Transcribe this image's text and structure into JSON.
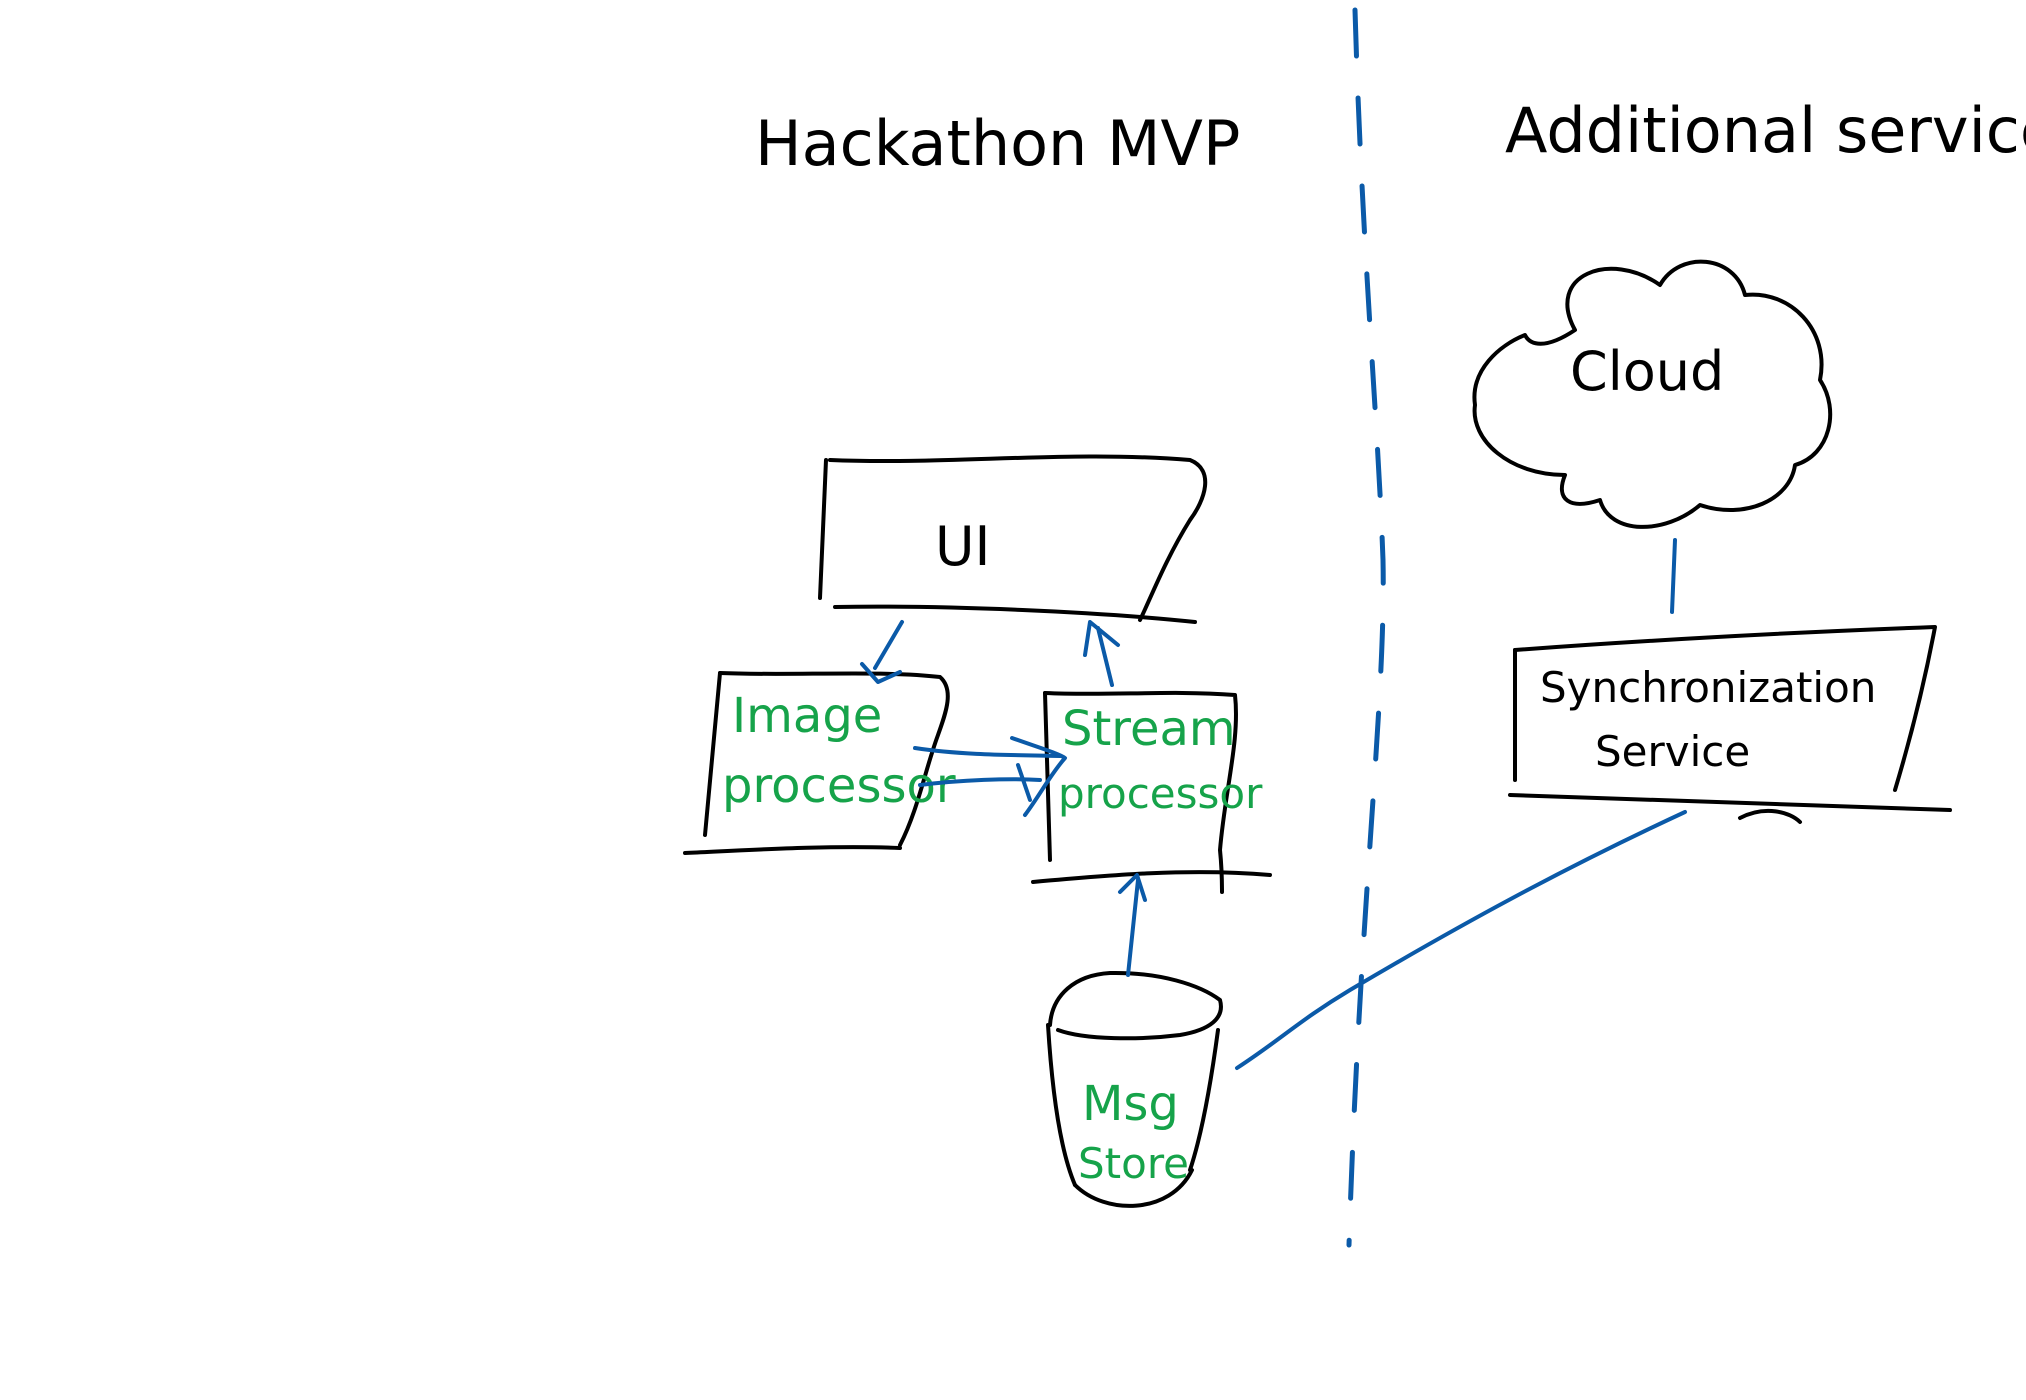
{
  "headings": {
    "left": "Hackathon MVP",
    "right": "Additional services"
  },
  "nodes": {
    "ui": {
      "label": "UI"
    },
    "image_processor": {
      "line1": "Image",
      "line2": "processor"
    },
    "stream_processor": {
      "line1": "Stream",
      "line2": "processor"
    },
    "msg_store": {
      "line1": "Msg",
      "line2": "Store"
    },
    "cloud": {
      "label": "Cloud"
    },
    "sync_service": {
      "line1": "Synchronization",
      "line2": "Service"
    }
  },
  "colors": {
    "ink": "#000000",
    "connector": "#0b5aa8",
    "green_label": "#16a34a",
    "background": "#ffffff"
  }
}
